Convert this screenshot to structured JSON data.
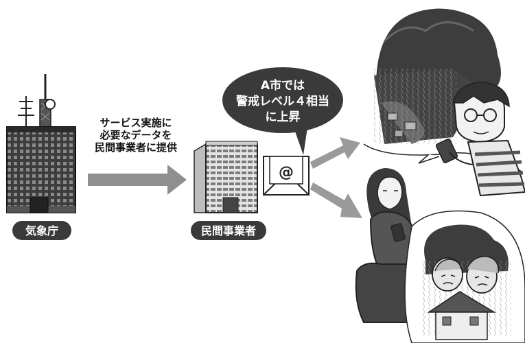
{
  "flow_text": [
    "サービス実施に",
    "必要なデータを",
    "民間事業者に提供"
  ],
  "jma_label": "気象庁",
  "provider_label": "民間事業者",
  "bubble_text": [
    "A市では",
    "警戒レベル４相当",
    "に上昇"
  ],
  "email_symbol": "@"
}
